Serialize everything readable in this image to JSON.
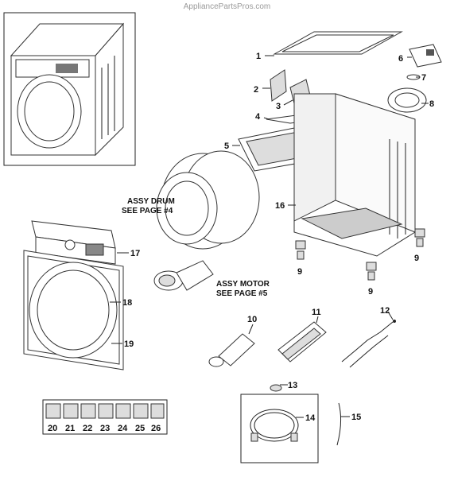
{
  "watermark": "AppliancePartsPros.com",
  "notes": {
    "assy_drum_1": "ASSY DRUM",
    "assy_drum_2": "SEE PAGE #4",
    "assy_motor_1": "ASSY MOTOR",
    "assy_motor_2": "SEE PAGE #5"
  },
  "callouts": {
    "p1": "1",
    "p2": "2",
    "p3": "3",
    "p4": "4",
    "p5": "5",
    "p6": "6",
    "p7": "7",
    "p8": "8",
    "p9a": "9",
    "p9b": "9",
    "p9c": "9",
    "p10": "10",
    "p11": "11",
    "p12": "12",
    "p13": "13",
    "p14": "14",
    "p15": "15",
    "p16": "16",
    "p17": "17",
    "p18": "18",
    "p19": "19",
    "p20": "20",
    "p21": "21",
    "p22": "22",
    "p23": "23",
    "p24": "24",
    "p25": "25",
    "p26": "26"
  }
}
